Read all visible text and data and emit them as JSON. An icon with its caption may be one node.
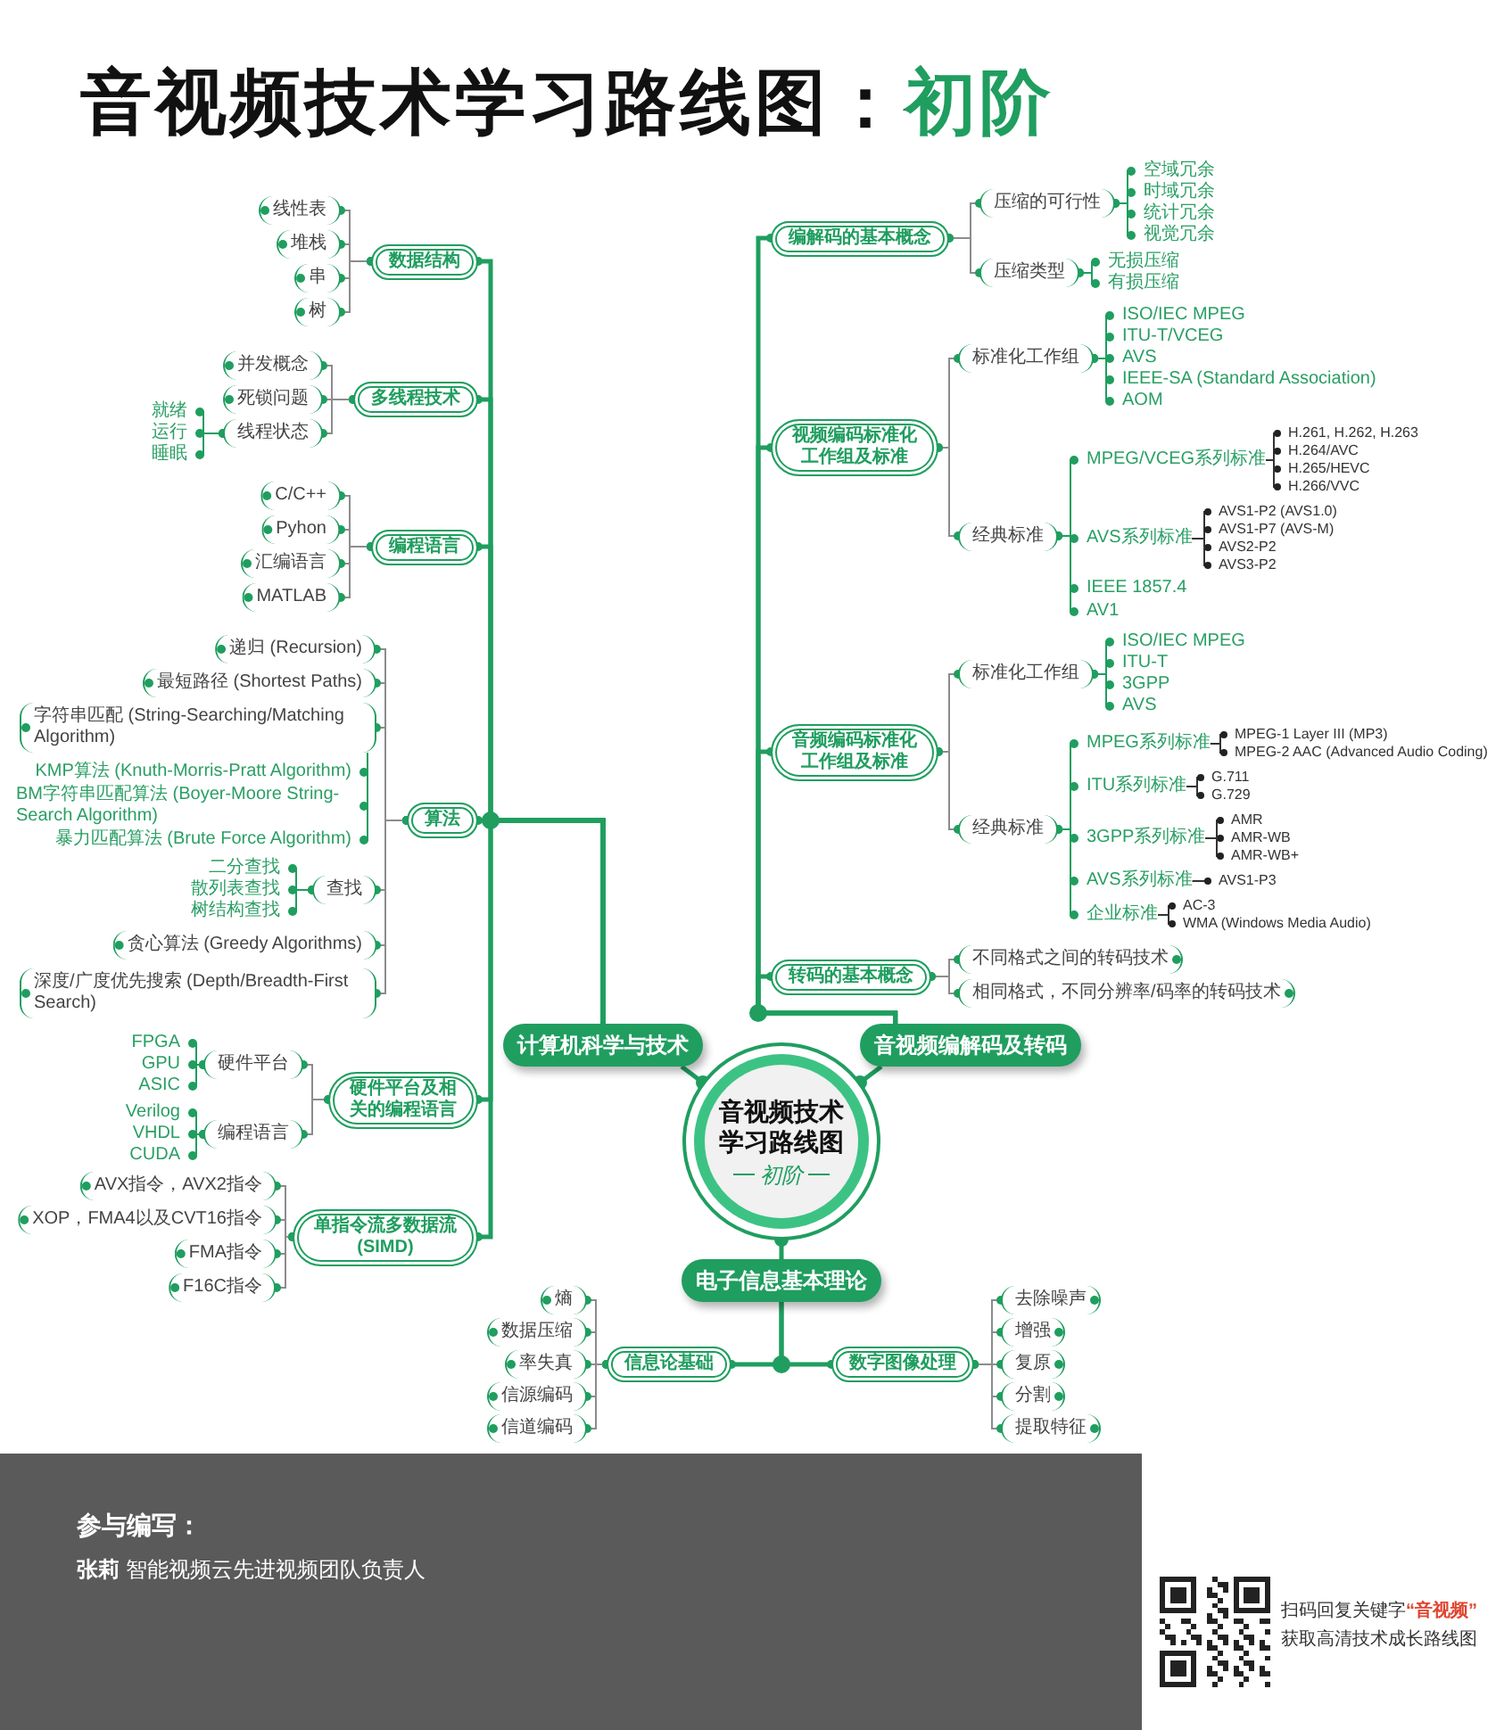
{
  "diagram": {
    "title": "音视频技术学习路线图：初阶",
    "nodes": [
      {
        "text": [
          "音视频技术学习路线图",
          "初阶"
        ]
      },
      {
        "text": [
          "计算机科学与技术"
        ]
      },
      {
        "text": [
          "数据结构"
        ]
      },
      {
        "text": [
          "线性表"
        ]
      },
      {
        "text": [
          "堆栈"
        ]
      },
      {
        "text": [
          "串"
        ]
      },
      {
        "text": [
          "树"
        ]
      },
      {
        "text": [
          "多线程技术"
        ]
      },
      {
        "text": [
          "并发概念"
        ]
      },
      {
        "text": [
          "死锁问题"
        ]
      },
      {
        "text": [
          "线程状态"
        ]
      },
      {
        "text": [
          "就绪"
        ]
      },
      {
        "text": [
          "运行"
        ]
      },
      {
        "text": [
          "睡眠"
        ]
      },
      {
        "text": [
          "编程语言"
        ]
      },
      {
        "text": [
          "C/C++"
        ]
      },
      {
        "text": [
          "Pyhon"
        ]
      },
      {
        "text": [
          "汇编语言"
        ]
      },
      {
        "text": [
          "MATLAB"
        ]
      },
      {
        "text": [
          "算法"
        ]
      },
      {
        "text": [
          "递归 (Recursion)"
        ]
      },
      {
        "text": [
          "最短路径 (Shortest Paths)"
        ]
      },
      {
        "text": [
          "字符串匹配 (String-Searching/Matching Algorithm)"
        ]
      },
      {
        "text": [
          "KMP算法 (Knuth-Morris-Pratt Algorithm)"
        ]
      },
      {
        "text": [
          "BM字符串匹配算法 (Boyer-Moore String-Search Algorithm)"
        ]
      },
      {
        "text": [
          "暴力匹配算法 (Brute Force Algorithm)"
        ]
      },
      {
        "text": [
          "查找"
        ]
      },
      {
        "text": [
          "二分查找"
        ]
      },
      {
        "text": [
          "散列表查找"
        ]
      },
      {
        "text": [
          "树结构查找"
        ]
      },
      {
        "text": [
          "贪心算法 (Greedy Algorithms)"
        ]
      },
      {
        "text": [
          "深度/广度优先搜索 (Depth/Breadth-First Search)"
        ]
      },
      {
        "text": [
          "硬件平台及相关的编程语言"
        ]
      },
      {
        "text": [
          "硬件平台"
        ]
      },
      {
        "text": [
          "FPGA"
        ]
      },
      {
        "text": [
          "GPU"
        ]
      },
      {
        "text": [
          "ASIC"
        ]
      },
      {
        "text": [
          "编程语言"
        ]
      },
      {
        "text": [
          "Verilog"
        ]
      },
      {
        "text": [
          "VHDL"
        ]
      },
      {
        "text": [
          "CUDA"
        ]
      },
      {
        "text": [
          "单指令流多数据流(SIMD)"
        ]
      },
      {
        "text": [
          "AVX指令，AVX2指令"
        ]
      },
      {
        "text": [
          "XOP，FMA4以及CVT16指令"
        ]
      },
      {
        "text": [
          "FMA指令"
        ]
      },
      {
        "text": [
          "F16C指令"
        ]
      },
      {
        "text": [
          "音视频编解码及转码"
        ]
      },
      {
        "text": [
          "编解码的基本概念"
        ]
      },
      {
        "text": [
          "压缩的可行性"
        ]
      },
      {
        "text": [
          "空域冗余"
        ]
      },
      {
        "text": [
          "时域冗余"
        ]
      },
      {
        "text": [
          "统计冗余"
        ]
      },
      {
        "text": [
          "视觉冗余"
        ]
      },
      {
        "text": [
          "压缩类型"
        ]
      },
      {
        "text": [
          "无损压缩"
        ]
      },
      {
        "text": [
          "有损压缩"
        ]
      },
      {
        "text": [
          "视频编码标准化工作组及标准"
        ]
      },
      {
        "text": [
          "标准化工作组"
        ]
      },
      {
        "text": [
          "ISO/IEC MPEG"
        ]
      },
      {
        "text": [
          "ITU-T/VCEG"
        ]
      },
      {
        "text": [
          "AVS"
        ]
      },
      {
        "text": [
          "IEEE-SA (Standard Association)"
        ]
      },
      {
        "text": [
          "AOM"
        ]
      },
      {
        "text": [
          "经典标准"
        ]
      },
      {
        "text": [
          "MPEG/VCEG系列标准"
        ]
      },
      {
        "text": [
          "H.261, H.262, H.263"
        ]
      },
      {
        "text": [
          "H.264/AVC"
        ]
      },
      {
        "text": [
          "H.265/HEVC"
        ]
      },
      {
        "text": [
          "H.266/VVC"
        ]
      },
      {
        "text": [
          "AVS系列标准"
        ]
      },
      {
        "text": [
          "AVS1-P2 (AVS1.0)"
        ]
      },
      {
        "text": [
          "AVS1-P7 (AVS-M)"
        ]
      },
      {
        "text": [
          "AVS2-P2"
        ]
      },
      {
        "text": [
          "AVS3-P2"
        ]
      },
      {
        "text": [
          "IEEE 1857.4"
        ]
      },
      {
        "text": [
          "AV1"
        ]
      },
      {
        "text": [
          "音频编码标准化工作组及标准"
        ]
      },
      {
        "text": [
          "标准化工作组"
        ]
      },
      {
        "text": [
          "ISO/IEC MPEG"
        ]
      },
      {
        "text": [
          "ITU-T"
        ]
      },
      {
        "text": [
          "3GPP"
        ]
      },
      {
        "text": [
          "AVS"
        ]
      },
      {
        "text": [
          "经典标准"
        ]
      },
      {
        "text": [
          "MPEG系列标准"
        ]
      },
      {
        "text": [
          "MPEG-1 Layer III (MP3)"
        ]
      },
      {
        "text": [
          "MPEG-2 AAC (Advanced Audio Coding)"
        ]
      },
      {
        "text": [
          "ITU系列标准"
        ]
      },
      {
        "text": [
          "G.711"
        ]
      },
      {
        "text": [
          "G.729"
        ]
      },
      {
        "text": [
          "3GPP系列标准"
        ]
      },
      {
        "text": [
          "AMR"
        ]
      },
      {
        "text": [
          "AMR-WB"
        ]
      },
      {
        "text": [
          "AMR-WB+"
        ]
      },
      {
        "text": [
          "AVS系列标准"
        ]
      },
      {
        "text": [
          "AVS1-P3"
        ]
      },
      {
        "text": [
          "企业标准"
        ]
      },
      {
        "text": [
          "AC-3"
        ]
      },
      {
        "text": [
          "WMA (Windows Media Audio)"
        ]
      },
      {
        "text": [
          "转码的基本概念"
        ]
      },
      {
        "text": [
          "不同格式之间的转码技术"
        ]
      },
      {
        "text": [
          "相同格式，不同分辨率/码率的转码技术"
        ]
      },
      {
        "text": [
          "电子信息基本理论"
        ]
      },
      {
        "text": [
          "信息论基础"
        ]
      },
      {
        "text": [
          "熵"
        ]
      },
      {
        "text": [
          "数据压缩"
        ]
      },
      {
        "text": [
          "率失真"
        ]
      },
      {
        "text": [
          "信源编码"
        ]
      },
      {
        "text": [
          "信道编码"
        ]
      },
      {
        "text": [
          "数字图像处理"
        ]
      },
      {
        "text": [
          "去除噪声"
        ]
      },
      {
        "text": [
          "增强"
        ]
      },
      {
        "text": [
          "复原"
        ]
      },
      {
        "text": [
          "分割"
        ]
      },
      {
        "text": [
          "提取特征"
        ]
      }
    ],
    "edges": [
      {
        "from": 0,
        "to": 1,
        "arrow": "other",
        "style": "thick"
      },
      {
        "from": 0,
        "to": 46,
        "arrow": "other",
        "style": "thick"
      },
      {
        "from": 0,
        "to": 101,
        "arrow": "other",
        "style": "thick"
      },
      {
        "from": 1,
        "to": 2,
        "arrow": "other",
        "style": "thick"
      },
      {
        "from": 2,
        "to": 3,
        "arrow": "other",
        "color": "#8c8c8c"
      },
      {
        "from": 2,
        "to": 4,
        "arrow": "other",
        "color": "#8c8c8c"
      },
      {
        "from": 2,
        "to": 5,
        "arrow": "other",
        "color": "#8c8c8c"
      },
      {
        "from": 2,
        "to": 6,
        "arrow": "other",
        "color": "#8c8c8c"
      },
      {
        "from": 1,
        "to": 7,
        "arrow": "other",
        "style": "thick"
      },
      {
        "from": 7,
        "to": 8,
        "arrow": "other",
        "color": "#8c8c8c"
      },
      {
        "from": 7,
        "to": 9,
        "arrow": "other",
        "color": "#8c8c8c"
      },
      {
        "from": 7,
        "to": 10,
        "arrow": "other",
        "color": "#8c8c8c"
      },
      {
        "from": 10,
        "to": 11,
        "arrow": "other"
      },
      {
        "from": 10,
        "to": 12,
        "arrow": "other"
      },
      {
        "from": 10,
        "to": 13,
        "arrow": "other"
      },
      {
        "from": 1,
        "to": 14,
        "arrow": "other",
        "style": "thick"
      },
      {
        "from": 14,
        "to": 15,
        "arrow": "other",
        "color": "#8c8c8c"
      },
      {
        "from": 14,
        "to": 16,
        "arrow": "other",
        "color": "#8c8c8c"
      },
      {
        "from": 14,
        "to": 17,
        "arrow": "other",
        "color": "#8c8c8c"
      },
      {
        "from": 14,
        "to": 18,
        "arrow": "other",
        "color": "#8c8c8c"
      },
      {
        "from": 1,
        "to": 19,
        "arrow": "other",
        "style": "thick"
      },
      {
        "from": 19,
        "to": 20,
        "arrow": "other",
        "color": "#8c8c8c"
      },
      {
        "from": 19,
        "to": 21,
        "arrow": "other",
        "color": "#8c8c8c"
      },
      {
        "from": 19,
        "to": 22,
        "arrow": "other",
        "color": "#8c8c8c"
      },
      {
        "from": 22,
        "to": 23,
        "arrow": "other"
      },
      {
        "from": 22,
        "to": 24,
        "arrow": "other"
      },
      {
        "from": 22,
        "to": 25,
        "arrow": "other"
      },
      {
        "from": 19,
        "to": 26,
        "arrow": "other",
        "color": "#8c8c8c"
      },
      {
        "from": 26,
        "to": 27,
        "arrow": "other"
      },
      {
        "from": 26,
        "to": 28,
        "arrow": "other"
      },
      {
        "from": 26,
        "to": 29,
        "arrow": "other"
      },
      {
        "from": 19,
        "to": 30,
        "arrow": "other",
        "color": "#8c8c8c"
      },
      {
        "from": 19,
        "to": 31,
        "arrow": "other",
        "color": "#8c8c8c"
      },
      {
        "from": 1,
        "to": 32,
        "arrow": "other",
        "style": "thick"
      },
      {
        "from": 32,
        "to": 33,
        "arrow": "other",
        "color": "#8c8c8c"
      },
      {
        "from": 33,
        "to": 34,
        "arrow": "other"
      },
      {
        "from": 33,
        "to": 35,
        "arrow": "other"
      },
      {
        "from": 33,
        "to": 36,
        "arrow": "other"
      },
      {
        "from": 32,
        "to": 37,
        "arrow": "other",
        "color": "#8c8c8c"
      },
      {
        "from": 37,
        "to": 38,
        "arrow": "other"
      },
      {
        "from": 37,
        "to": 39,
        "arrow": "other"
      },
      {
        "from": 37,
        "to": 40,
        "arrow": "other"
      },
      {
        "from": 1,
        "to": 41,
        "arrow": "other",
        "style": "thick"
      },
      {
        "from": 41,
        "to": 42,
        "arrow": "other",
        "color": "#8c8c8c"
      },
      {
        "from": 41,
        "to": 43,
        "arrow": "other",
        "color": "#8c8c8c"
      },
      {
        "from": 41,
        "to": 44,
        "arrow": "other",
        "color": "#8c8c8c"
      },
      {
        "from": 41,
        "to": 45,
        "arrow": "other",
        "color": "#8c8c8c"
      },
      {
        "from": 46,
        "to": 47,
        "arrow": "other",
        "style": "thick"
      },
      {
        "from": 47,
        "to": 48,
        "arrow": "other",
        "color": "#8c8c8c"
      },
      {
        "from": 48,
        "to": 49,
        "arrow": "other"
      },
      {
        "from": 48,
        "to": 50,
        "arrow": "other"
      },
      {
        "from": 48,
        "to": 51,
        "arrow": "other"
      },
      {
        "from": 48,
        "to": 52,
        "arrow": "other"
      },
      {
        "from": 47,
        "to": 53,
        "arrow": "other",
        "color": "#8c8c8c"
      },
      {
        "from": 53,
        "to": 54,
        "arrow": "other"
      },
      {
        "from": 53,
        "to": 55,
        "arrow": "other"
      },
      {
        "from": 46,
        "to": 56,
        "arrow": "other",
        "style": "thick"
      },
      {
        "from": 56,
        "to": 57,
        "arrow": "other",
        "color": "#8c8c8c"
      },
      {
        "from": 57,
        "to": 58,
        "arrow": "other"
      },
      {
        "from": 57,
        "to": 59,
        "arrow": "other"
      },
      {
        "from": 57,
        "to": 60,
        "arrow": "other"
      },
      {
        "from": 57,
        "to": 61,
        "arrow": "other"
      },
      {
        "from": 57,
        "to": 62,
        "arrow": "other"
      },
      {
        "from": 56,
        "to": 63,
        "arrow": "other",
        "color": "#8c8c8c"
      },
      {
        "from": 63,
        "to": 64,
        "arrow": "other"
      },
      {
        "from": 64,
        "to": 65,
        "arrow": "other",
        "color": "#333333"
      },
      {
        "from": 64,
        "to": 66,
        "arrow": "other",
        "color": "#333333"
      },
      {
        "from": 64,
        "to": 67,
        "arrow": "other",
        "color": "#333333"
      },
      {
        "from": 64,
        "to": 68,
        "arrow": "other",
        "color": "#333333"
      },
      {
        "from": 63,
        "to": 69,
        "arrow": "other"
      },
      {
        "from": 69,
        "to": 70,
        "arrow": "other",
        "color": "#333333"
      },
      {
        "from": 69,
        "to": 71,
        "arrow": "other",
        "color": "#333333"
      },
      {
        "from": 69,
        "to": 72,
        "arrow": "other",
        "color": "#333333"
      },
      {
        "from": 69,
        "to": 73,
        "arrow": "other",
        "color": "#333333"
      },
      {
        "from": 63,
        "to": 74,
        "arrow": "other"
      },
      {
        "from": 63,
        "to": 75,
        "arrow": "other"
      },
      {
        "from": 46,
        "to": 76,
        "arrow": "other",
        "style": "thick"
      },
      {
        "from": 76,
        "to": 77,
        "arrow": "other",
        "color": "#8c8c8c"
      },
      {
        "from": 77,
        "to": 78,
        "arrow": "other"
      },
      {
        "from": 77,
        "to": 79,
        "arrow": "other"
      },
      {
        "from": 77,
        "to": 80,
        "arrow": "other"
      },
      {
        "from": 77,
        "to": 81,
        "arrow": "other"
      },
      {
        "from": 76,
        "to": 82,
        "arrow": "other",
        "color": "#8c8c8c"
      },
      {
        "from": 82,
        "to": 83,
        "arrow": "other"
      },
      {
        "from": 83,
        "to": 84,
        "arrow": "other",
        "color": "#333333"
      },
      {
        "from": 83,
        "to": 85,
        "arrow": "other",
        "color": "#333333"
      },
      {
        "from": 82,
        "to": 86,
        "arrow": "other"
      },
      {
        "from": 86,
        "to": 87,
        "arrow": "other",
        "color": "#333333"
      },
      {
        "from": 86,
        "to": 88,
        "arrow": "other",
        "color": "#333333"
      },
      {
        "from": 82,
        "to": 89,
        "arrow": "other"
      },
      {
        "from": 89,
        "to": 90,
        "arrow": "other",
        "color": "#333333"
      },
      {
        "from": 89,
        "to": 91,
        "arrow": "other",
        "color": "#333333"
      },
      {
        "from": 89,
        "to": 92,
        "arrow": "other",
        "color": "#333333"
      },
      {
        "from": 82,
        "to": 93,
        "arrow": "other"
      },
      {
        "from": 93,
        "to": 94,
        "arrow": "other",
        "color": "#333333"
      },
      {
        "from": 82,
        "to": 95,
        "arrow": "other"
      },
      {
        "from": 95,
        "to": 96,
        "arrow": "other",
        "color": "#333333"
      },
      {
        "from": 95,
        "to": 97,
        "arrow": "other",
        "color": "#333333"
      },
      {
        "from": 46,
        "to": 98,
        "arrow": "other",
        "style": "thick"
      },
      {
        "from": 98,
        "to": 99,
        "arrow": "other",
        "color": "#8c8c8c"
      },
      {
        "from": 98,
        "to": 100,
        "arrow": "other",
        "color": "#8c8c8c"
      },
      {
        "from": 101,
        "to": 102,
        "arrow": "other",
        "style": "thick"
      },
      {
        "from": 102,
        "to": 103,
        "arrow": "other",
        "color": "#8c8c8c"
      },
      {
        "from": 102,
        "to": 104,
        "arrow": "other",
        "color": "#8c8c8c"
      },
      {
        "from": 102,
        "to": 105,
        "arrow": "other",
        "color": "#8c8c8c"
      },
      {
        "from": 102,
        "to": 106,
        "arrow": "other",
        "color": "#8c8c8c"
      },
      {
        "from": 102,
        "to": 107,
        "arrow": "other",
        "color": "#8c8c8c"
      },
      {
        "from": 101,
        "to": 108,
        "arrow": "other",
        "style": "thick"
      },
      {
        "from": 108,
        "to": 109,
        "arrow": "other",
        "color": "#8c8c8c"
      },
      {
        "from": 108,
        "to": 110,
        "arrow": "other",
        "color": "#8c8c8c"
      },
      {
        "from": 108,
        "to": 111,
        "arrow": "other",
        "color": "#8c8c8c"
      },
      {
        "from": 108,
        "to": 112,
        "arrow": "other",
        "color": "#8c8c8c"
      },
      {
        "from": 108,
        "to": 113,
        "arrow": "other",
        "color": "#8c8c8c"
      }
    ],
    "labels": [
      "参与编写：",
      "**张莉** 智能视频云先进视频团队负责人",
      "扫码回复关键字**“音视频”**",
      "获取高清技术成长路线图"
    ]
  }
}
